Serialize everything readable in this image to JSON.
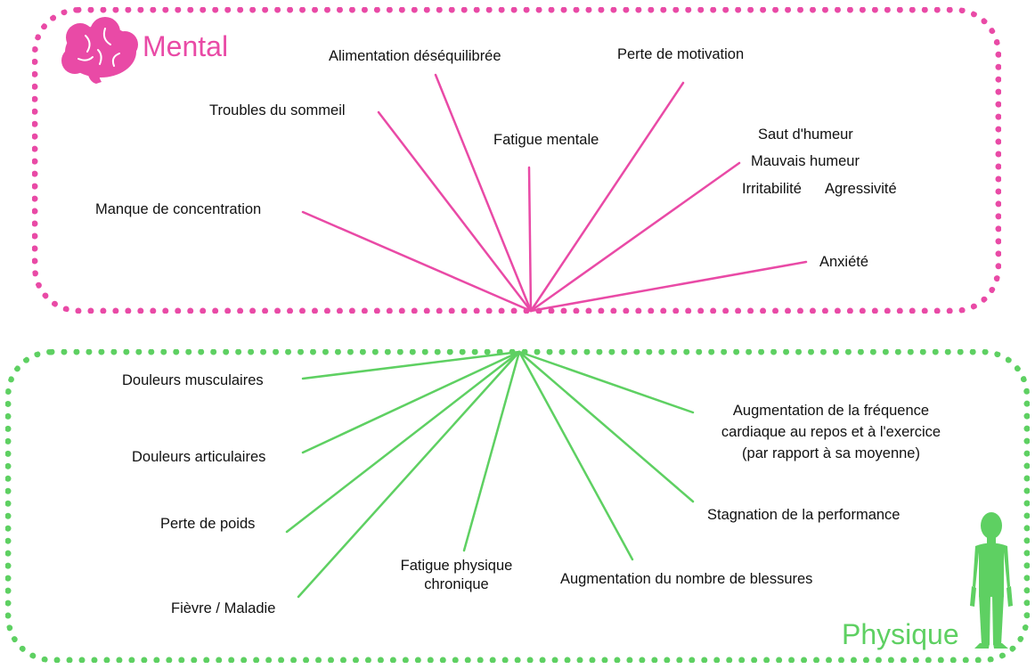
{
  "colors": {
    "mental": "#e94aa6",
    "physique": "#5ed062"
  },
  "mental": {
    "title": "Mental",
    "icon": "brain-icon",
    "symptoms": {
      "alimentation": "Alimentation déséquilibrée",
      "motivation": "Perte de motivation",
      "sommeil": "Troubles du sommeil",
      "fatigue_mentale": "Fatigue mentale",
      "saut_humeur": "Saut d'humeur",
      "mauvais_humeur": "Mauvais humeur",
      "irritabilite": "Irritabilité",
      "agressivite": "Agressivité",
      "concentration": "Manque de concentration",
      "anxiete": "Anxiété"
    }
  },
  "physique": {
    "title": "Physique",
    "icon": "human-body-icon",
    "symptoms": {
      "musculaires": "Douleurs musculaires",
      "articulaires": "Douleurs articulaires",
      "poids": "Perte de poids",
      "fievre": "Fièvre / Maladie",
      "fatigue_physique_1": "Fatigue physique",
      "fatigue_physique_2": "chronique",
      "blessures": "Augmentation du nombre de blessures",
      "stagnation": "Stagnation de la performance",
      "frequence_1": "Augmentation de la fréquence",
      "frequence_2": "cardiaque au repos et à l'exercice",
      "frequence_3": "(par rapport à sa moyenne)"
    }
  }
}
